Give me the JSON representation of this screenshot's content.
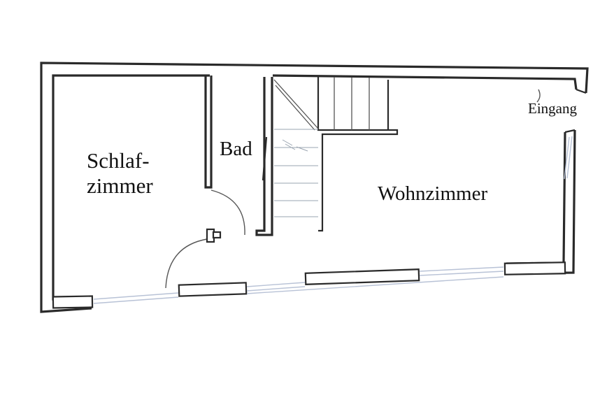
{
  "rooms": {
    "schlafzimmer": {
      "line1": "Schlaf-",
      "line2": "zimmer"
    },
    "bad": {
      "label": "Bad"
    },
    "wohnzimmer": {
      "label": "Wohnzimmer"
    },
    "eingang": {
      "label": "Eingang"
    }
  }
}
